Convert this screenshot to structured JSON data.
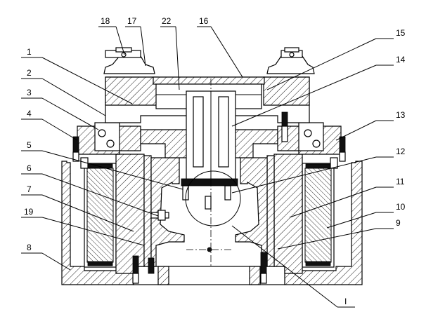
{
  "callouts": {
    "c1": "1",
    "c2": "2",
    "c3": "3",
    "c4": "4",
    "c5": "5",
    "c6": "6",
    "c7": "7",
    "c8": "8",
    "c9": "9",
    "c10": "10",
    "c11": "11",
    "c12": "12",
    "c13": "13",
    "c14": "14",
    "c15": "15",
    "c16": "16",
    "c17": "17",
    "c18": "18",
    "c19": "19",
    "c22": "22",
    "cI": "I"
  }
}
